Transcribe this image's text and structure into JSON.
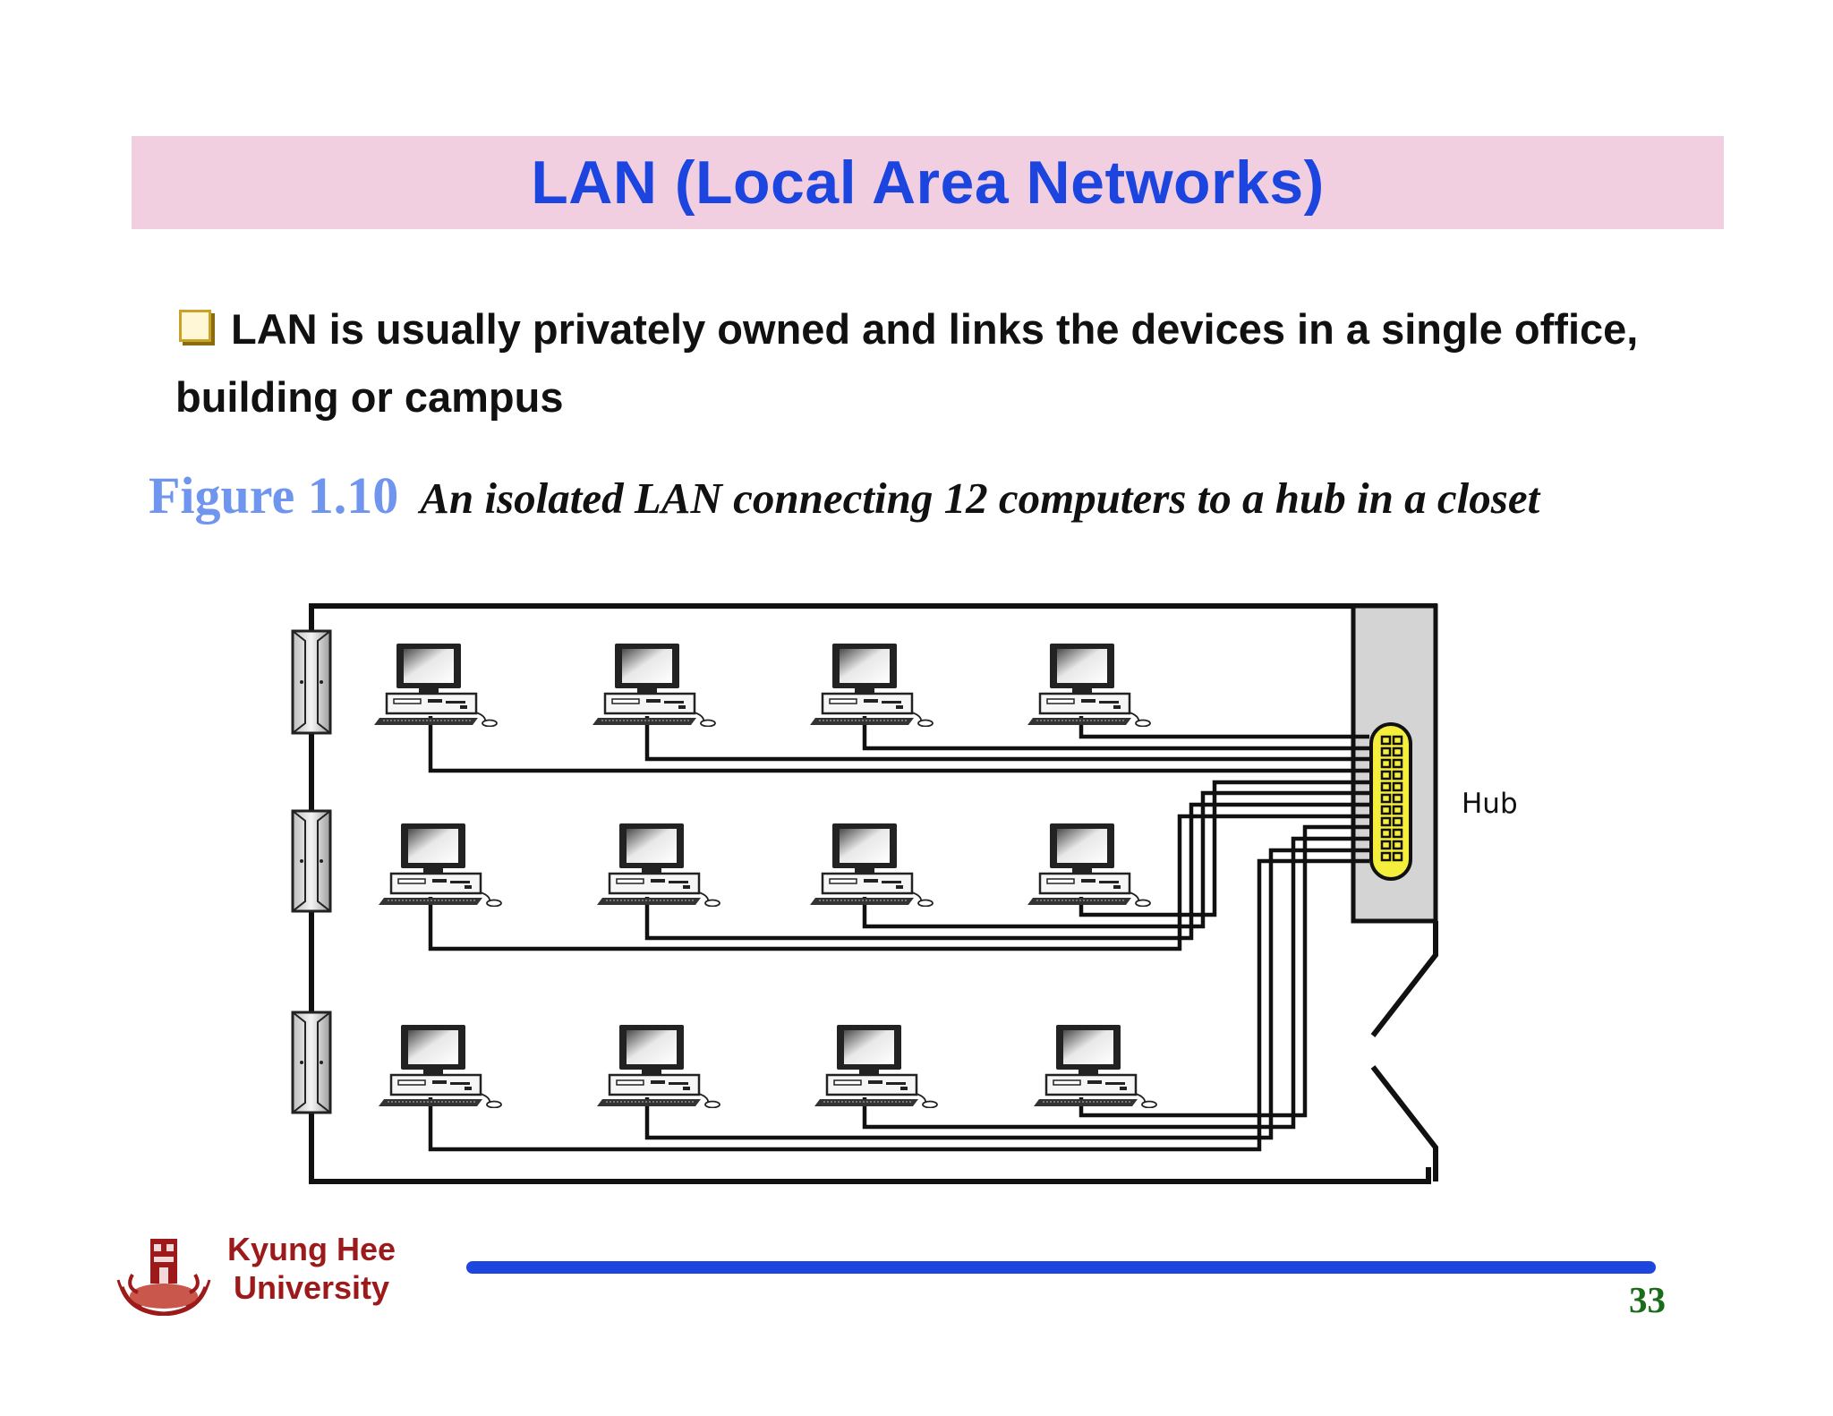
{
  "slide": {
    "title": "LAN (Local Area Networks)",
    "bullet": "LAN is usually privately owned and links the devices in a single office, building or campus",
    "figure_number": "Figure 1.10",
    "figure_caption": "An isolated LAN connecting 12 computers to a hub in a closet",
    "page_number": "33"
  },
  "diagram": {
    "hub_label": "Hub",
    "computer_count": 12,
    "rows": 3,
    "computers_per_row": 4,
    "door_count": 3
  },
  "footer": {
    "university_line1": "Kyung Hee",
    "university_line2": "University"
  },
  "colors": {
    "title_text": "#1b45de",
    "title_band": "#f1cfe0",
    "figure_number": "#6f95ee",
    "university_text": "#9c1a1a",
    "footer_bar": "#1c46dd",
    "page_number": "#1a6b1a",
    "hub_fill": "#f5ee3c",
    "closet_fill": "#d4d4d4"
  }
}
